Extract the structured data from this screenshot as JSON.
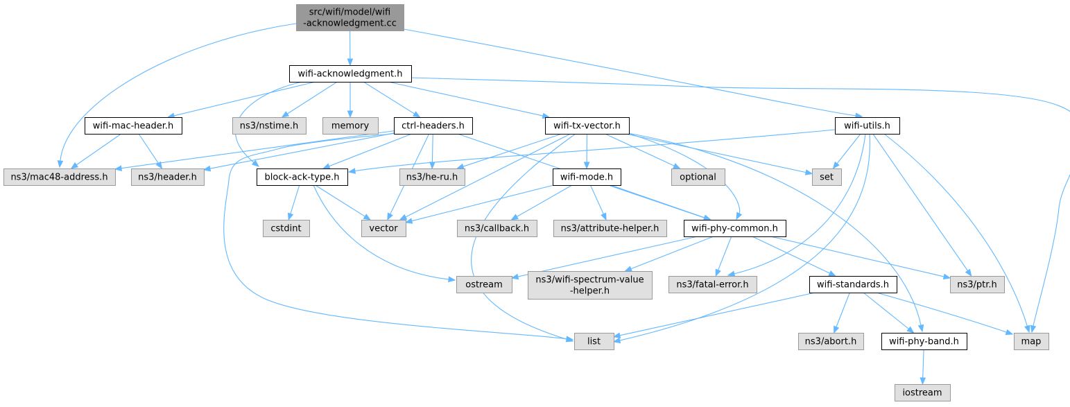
{
  "colors": {
    "root_fill": "#999999",
    "project_fill": "#ffffff",
    "external_fill": "#e0e0e0",
    "project_border": "#000000",
    "external_border": "#999999",
    "edge": "#63b8ff"
  },
  "nodes": [
    {
      "id": "root",
      "kind": "root",
      "lines": [
        "src/wifi/model/wifi",
        "-acknowledgment.cc"
      ]
    },
    {
      "id": "wifi_ack",
      "kind": "project",
      "lines": [
        "wifi-acknowledgment.h"
      ]
    },
    {
      "id": "mac_header",
      "kind": "project",
      "lines": [
        "wifi-mac-header.h"
      ]
    },
    {
      "id": "nstime",
      "kind": "external",
      "lines": [
        "ns3/nstime.h"
      ]
    },
    {
      "id": "memory",
      "kind": "external",
      "lines": [
        "memory"
      ]
    },
    {
      "id": "ctrl_headers",
      "kind": "project",
      "lines": [
        "ctrl-headers.h"
      ]
    },
    {
      "id": "tx_vector",
      "kind": "project",
      "lines": [
        "wifi-tx-vector.h"
      ]
    },
    {
      "id": "utils",
      "kind": "project",
      "lines": [
        "wifi-utils.h"
      ]
    },
    {
      "id": "mac48",
      "kind": "external",
      "lines": [
        "ns3/mac48-address.h"
      ]
    },
    {
      "id": "header",
      "kind": "external",
      "lines": [
        "ns3/header.h"
      ]
    },
    {
      "id": "block_ack",
      "kind": "project",
      "lines": [
        "block-ack-type.h"
      ]
    },
    {
      "id": "he_ru",
      "kind": "external",
      "lines": [
        "ns3/he-ru.h"
      ]
    },
    {
      "id": "wifi_mode",
      "kind": "project",
      "lines": [
        "wifi-mode.h"
      ]
    },
    {
      "id": "optional",
      "kind": "external",
      "lines": [
        "optional"
      ]
    },
    {
      "id": "set",
      "kind": "external",
      "lines": [
        "set"
      ]
    },
    {
      "id": "cstdint",
      "kind": "external",
      "lines": [
        "cstdint"
      ]
    },
    {
      "id": "vector",
      "kind": "external",
      "lines": [
        "vector"
      ]
    },
    {
      "id": "callback",
      "kind": "external",
      "lines": [
        "ns3/callback.h"
      ]
    },
    {
      "id": "attr_helper",
      "kind": "external",
      "lines": [
        "ns3/attribute-helper.h"
      ]
    },
    {
      "id": "phy_common",
      "kind": "project",
      "lines": [
        "wifi-phy-common.h"
      ]
    },
    {
      "id": "ostream",
      "kind": "external",
      "lines": [
        "ostream"
      ]
    },
    {
      "id": "spectrum",
      "kind": "external",
      "lines": [
        "ns3/wifi-spectrum-value",
        "-helper.h"
      ]
    },
    {
      "id": "fatal",
      "kind": "external",
      "lines": [
        "ns3/fatal-error.h"
      ]
    },
    {
      "id": "standards",
      "kind": "project",
      "lines": [
        "wifi-standards.h"
      ]
    },
    {
      "id": "ptr",
      "kind": "external",
      "lines": [
        "ns3/ptr.h"
      ]
    },
    {
      "id": "list",
      "kind": "external",
      "lines": [
        "list"
      ]
    },
    {
      "id": "abort",
      "kind": "external",
      "lines": [
        "ns3/abort.h"
      ]
    },
    {
      "id": "phy_band",
      "kind": "project",
      "lines": [
        "wifi-phy-band.h"
      ]
    },
    {
      "id": "map",
      "kind": "external",
      "lines": [
        "map"
      ]
    },
    {
      "id": "iostream",
      "kind": "external",
      "lines": [
        "iostream"
      ]
    }
  ],
  "edges": [
    [
      "root",
      "wifi_ack"
    ],
    [
      "root",
      "mac48"
    ],
    [
      "root",
      "utils"
    ],
    [
      "wifi_ack",
      "mac_header"
    ],
    [
      "wifi_ack",
      "nstime"
    ],
    [
      "wifi_ack",
      "memory"
    ],
    [
      "wifi_ack",
      "ctrl_headers"
    ],
    [
      "wifi_ack",
      "tx_vector"
    ],
    [
      "wifi_ack",
      "block_ack"
    ],
    [
      "wifi_ack",
      "map"
    ],
    [
      "mac_header",
      "mac48"
    ],
    [
      "mac_header",
      "header"
    ],
    [
      "ctrl_headers",
      "mac48"
    ],
    [
      "ctrl_headers",
      "header"
    ],
    [
      "ctrl_headers",
      "block_ack"
    ],
    [
      "ctrl_headers",
      "he_ru"
    ],
    [
      "ctrl_headers",
      "vector"
    ],
    [
      "ctrl_headers",
      "list"
    ],
    [
      "ctrl_headers",
      "phy_common"
    ],
    [
      "tx_vector",
      "he_ru"
    ],
    [
      "tx_vector",
      "wifi_mode"
    ],
    [
      "tx_vector",
      "optional"
    ],
    [
      "tx_vector",
      "set"
    ],
    [
      "tx_vector",
      "vector"
    ],
    [
      "tx_vector",
      "list"
    ],
    [
      "tx_vector",
      "phy_common"
    ],
    [
      "tx_vector",
      "phy_band"
    ],
    [
      "utils",
      "block_ack"
    ],
    [
      "utils",
      "set"
    ],
    [
      "utils",
      "fatal"
    ],
    [
      "utils",
      "ptr"
    ],
    [
      "utils",
      "list"
    ],
    [
      "utils",
      "map"
    ],
    [
      "block_ack",
      "cstdint"
    ],
    [
      "block_ack",
      "vector"
    ],
    [
      "block_ack",
      "ostream"
    ],
    [
      "wifi_mode",
      "vector"
    ],
    [
      "wifi_mode",
      "callback"
    ],
    [
      "wifi_mode",
      "attr_helper"
    ],
    [
      "wifi_mode",
      "phy_common"
    ],
    [
      "phy_common",
      "ostream"
    ],
    [
      "phy_common",
      "spectrum"
    ],
    [
      "phy_common",
      "fatal"
    ],
    [
      "phy_common",
      "standards"
    ],
    [
      "phy_common",
      "ptr"
    ],
    [
      "standards",
      "list"
    ],
    [
      "standards",
      "abort"
    ],
    [
      "standards",
      "phy_band"
    ],
    [
      "standards",
      "map"
    ],
    [
      "phy_band",
      "iostream"
    ]
  ]
}
